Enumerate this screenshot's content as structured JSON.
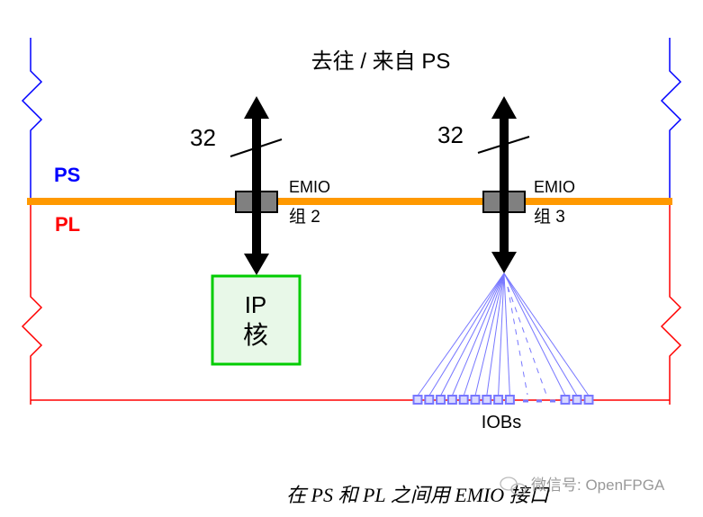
{
  "title": "去往 / 来自 PS",
  "region_labels": {
    "ps": "PS",
    "pl": "PL"
  },
  "bus_width_left": "32",
  "bus_width_right": "32",
  "emio_group_2": {
    "line1": "EMIO",
    "line2": "组 2"
  },
  "emio_group_3": {
    "line1": "EMIO",
    "line2": "组 3"
  },
  "ip_core": {
    "line1": "IP",
    "line2": "核"
  },
  "iobs_label": "IOBs",
  "caption": "在 PS 和 PL 之间用 EMIO 接口",
  "watermark": "微信号: OpenFPGA",
  "colors": {
    "ps": "#0000ff",
    "pl": "#ff0000",
    "boundary": "#ff9900",
    "ip_border": "#00cc00",
    "iob": "#7777ff"
  }
}
